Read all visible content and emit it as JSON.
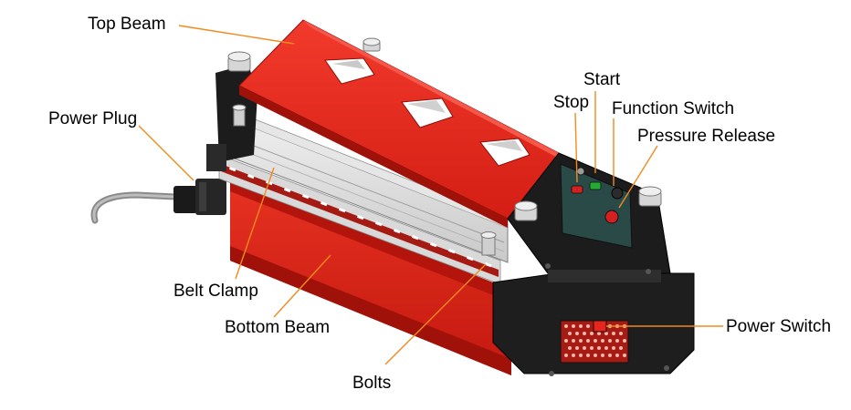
{
  "labels": {
    "top_beam": "Top Beam",
    "power_plug": "Power Plug",
    "start": "Start",
    "stop": "Stop",
    "function_switch": "Function Switch",
    "pressure_release": "Pressure Release",
    "belt_clamp": "Belt Clamp",
    "bottom_beam": "Bottom Beam",
    "bolts": "Bolts",
    "power_switch": "Power Switch"
  },
  "colors": {
    "beam_red": "#e8251c",
    "beam_dark_red": "#b0140e",
    "frame_black": "#1c1c1c",
    "leader_orange": "#f28a1e",
    "stop_red": "#d42020",
    "start_green": "#22aa33",
    "panel_teal": "#2a4a48"
  }
}
